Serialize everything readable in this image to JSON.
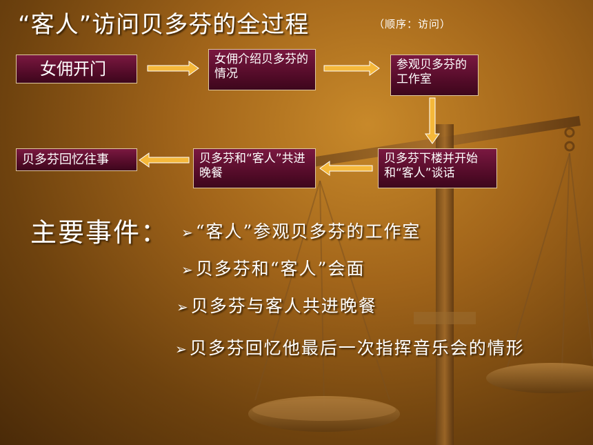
{
  "slide": {
    "title": "“客人”访问贝多芬的全过程",
    "subtitle": "（顺序：访问）"
  },
  "flow": {
    "steps": [
      "女佣开门",
      "女佣介绍贝多芬的情况",
      "参观贝多芬的工作室",
      "贝多芬下楼并开始和“客人”谈话",
      "贝多芬和“客人”共进晚餐",
      "贝多芬回忆往事"
    ]
  },
  "events": {
    "heading": "主要事件：",
    "bullet": "➢",
    "items": [
      "“客人”参观贝多芬的工作室",
      "贝多芬和“客人”会面",
      "贝多芬与客人共进晚餐",
      "贝多芬回忆他最后一次指挥音乐会的情形"
    ]
  },
  "colors": {
    "box_fill": "#5a0d2c",
    "arrow_fill": "#f5b83a",
    "text": "#ffffff"
  },
  "icons": {
    "background": "balance-scale-illustration",
    "arrows": "block-arrow-icon"
  }
}
